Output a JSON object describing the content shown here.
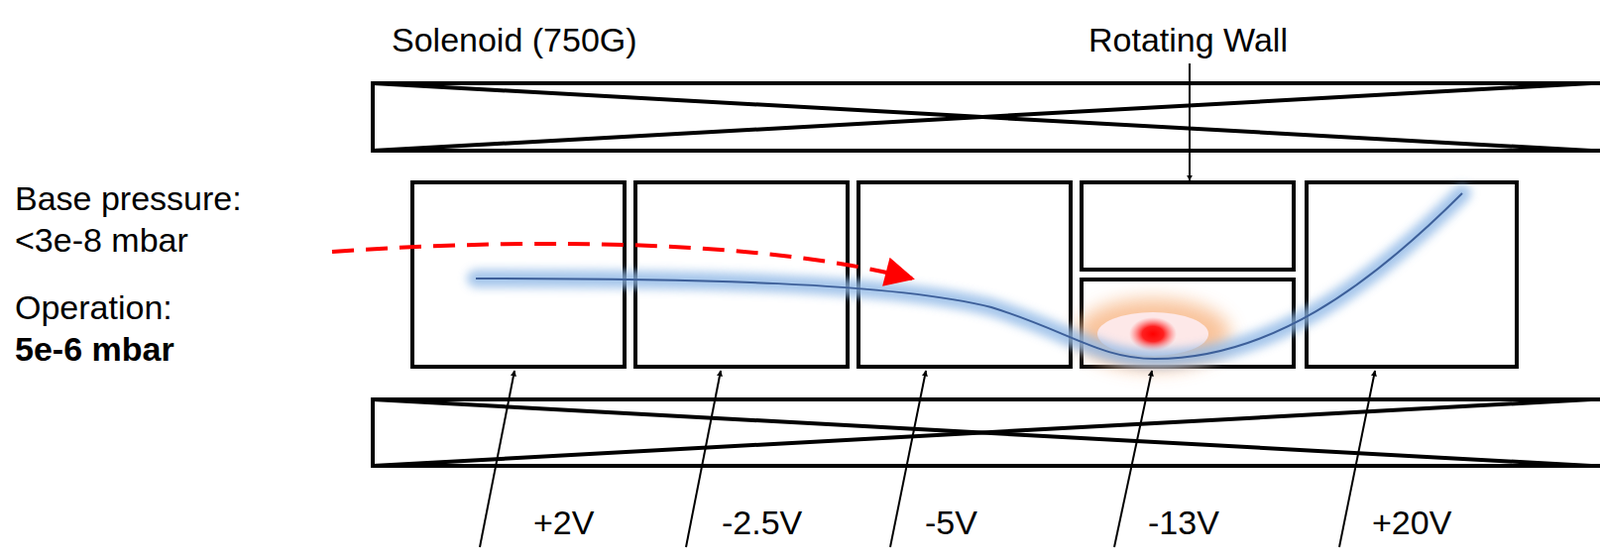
{
  "diagram": {
    "labels": [
      "Solenoid (750G)",
      "Rotating Wall",
      "Base pressure:",
      "<3e-8 mbar",
      "Operation:",
      "5e-6 mbar",
      "+2V",
      "-2.5V",
      "-5V",
      "-13V",
      "+20V"
    ]
  }
}
